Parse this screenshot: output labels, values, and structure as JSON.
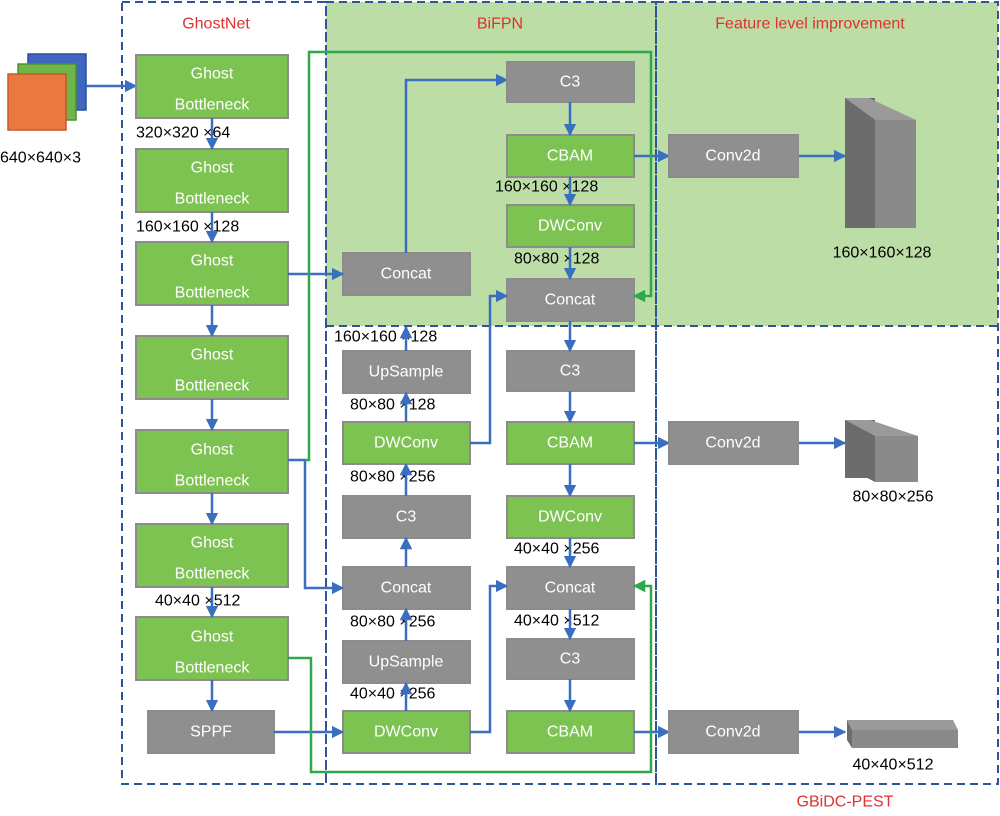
{
  "colors": {
    "title_red": "#e03030",
    "block_green": "#7dc352",
    "block_gray": "#8f8f8f",
    "arrow_blue": "#3a6fc0",
    "path_green": "#2ea84a",
    "region_border": "#2e5597"
  },
  "titles": {
    "ghostnet": "GhostNet",
    "bifpn": "BiFPN",
    "feature": "Feature level improvement",
    "model": "GBiDC-PEST"
  },
  "input": {
    "size": "640×640×3"
  },
  "ghostnet": {
    "blocks": [
      {
        "line1": "Ghost",
        "line2": "Bottleneck"
      },
      {
        "line1": "Ghost",
        "line2": "Bottleneck"
      },
      {
        "line1": "Ghost",
        "line2": "Bottleneck"
      },
      {
        "line1": "Ghost",
        "line2": "Bottleneck"
      },
      {
        "line1": "Ghost",
        "line2": "Bottleneck"
      },
      {
        "line1": "Ghost",
        "line2": "Bottleneck"
      },
      {
        "line1": "Ghost",
        "line2": "Bottleneck"
      }
    ],
    "sppf": "SPPF",
    "dims": [
      "320×320 ×64",
      "160×160 ×128",
      "40×40 ×512"
    ]
  },
  "bifpn": {
    "left": {
      "concat_top": "Concat",
      "upsample_top": "UpSample",
      "dwconv_mid": "DWConv",
      "c3": "C3",
      "concat_bottom": "Concat",
      "upsample_bottom": "UpSample",
      "dwconv_bottom": "DWConv"
    },
    "right": {
      "c3_top": "C3",
      "cbam_top": "CBAM",
      "dwconv_top": "DWConv",
      "concat_top": "Concat",
      "c3_mid": "C3",
      "cbam_mid": "CBAM",
      "dwconv_mid": "DWConv",
      "concat_bottom": "Concat",
      "c3_bottom": "C3",
      "cbam_bottom": "CBAM"
    },
    "dims": {
      "l1": "160×160 ×128",
      "l2": "80×80 ×128",
      "l3": "80×80 ×256",
      "l4": "80×80 ×256",
      "l5": "40×40 ×256",
      "r1": "160×160 ×128",
      "r2": "80×80 ×128",
      "r3": "40×40 ×256",
      "r4": "40×40 ×512"
    }
  },
  "heads": [
    {
      "label": "Conv2d",
      "output": "160×160×128"
    },
    {
      "label": "Conv2d",
      "output": "80×80×256"
    },
    {
      "label": "Conv2d",
      "output": "40×40×512"
    }
  ]
}
